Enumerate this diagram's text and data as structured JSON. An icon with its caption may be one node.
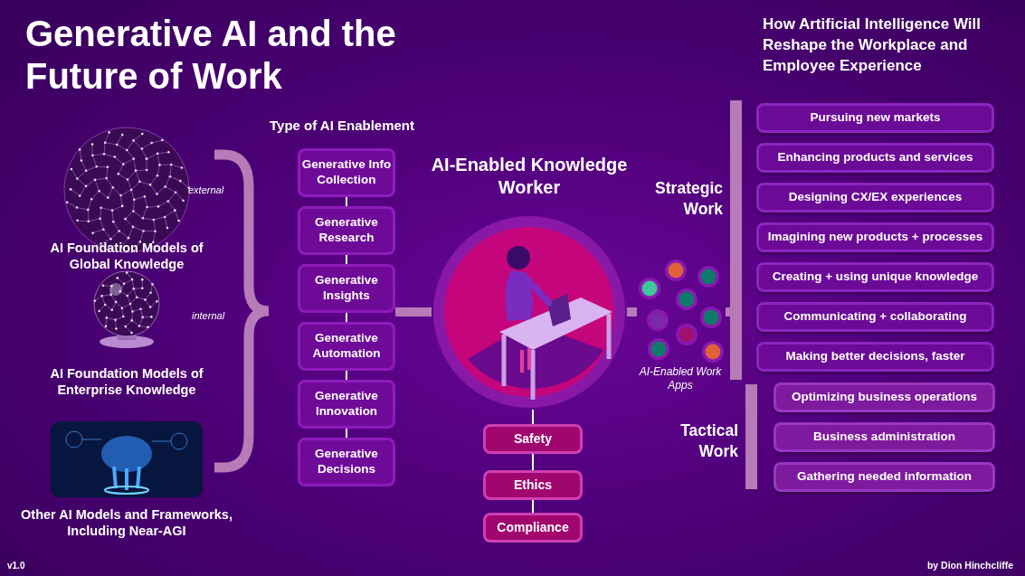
{
  "diagram": {
    "title": "Generative AI and the Future of Work",
    "nodes": [
      {
        "text": [
          "AI Foundation Models of Global Knowledge"
        ],
        "beside": [
          "external"
        ]
      },
      {
        "text": [
          "AI Foundation Models of Enterprise Knowledge"
        ],
        "beside": [
          "internal"
        ]
      },
      {
        "text": [
          "Other AI Models and Frameworks, Including Near-AGI"
        ]
      },
      {
        "text": [
          "Generative Info Collection"
        ]
      },
      {
        "text": [
          "Generative Research"
        ]
      },
      {
        "text": [
          "Generative Insights"
        ]
      },
      {
        "text": [
          "Generative Automation"
        ]
      },
      {
        "text": [
          "Generative Innovation"
        ]
      },
      {
        "text": [
          "Generative Decisions"
        ]
      },
      {
        "text": [
          "AI-Enabled Knowledge Worker"
        ]
      },
      {
        "text": [
          "Safety"
        ]
      },
      {
        "text": [
          "Ethics"
        ]
      },
      {
        "text": [
          "Compliance"
        ]
      },
      {
        "text": [
          "AI-Enabled Work Apps"
        ]
      },
      {
        "text": [
          "Strategic Work"
        ]
      },
      {
        "text": [
          "Pursuing new markets"
        ]
      },
      {
        "text": [
          "Enhancing products and services"
        ]
      },
      {
        "text": [
          "Designing CX/EX experiences"
        ]
      },
      {
        "text": [
          "Imagining new products + processes"
        ]
      },
      {
        "text": [
          "Creating + using unique knowledge"
        ]
      },
      {
        "text": [
          "Communicating + collaborating"
        ]
      },
      {
        "text": [
          "Making better decisions, faster"
        ]
      },
      {
        "text": [
          "Tactical Work"
        ]
      },
      {
        "text": [
          "Optimizing business operations"
        ]
      },
      {
        "text": [
          "Business administration"
        ]
      },
      {
        "text": [
          "Gathering needed information"
        ]
      }
    ],
    "edges": [
      {
        "from": 3,
        "to": 4,
        "arrow": "none"
      },
      {
        "from": 4,
        "to": 5,
        "arrow": "none"
      },
      {
        "from": 5,
        "to": 6,
        "arrow": "none"
      },
      {
        "from": 6,
        "to": 7,
        "arrow": "none"
      },
      {
        "from": 7,
        "to": 8,
        "arrow": "none"
      },
      {
        "from": 5,
        "to": 9,
        "arrow": "none",
        "style": "thick",
        "color": "#b77bb8"
      },
      {
        "from": 9,
        "to": 10,
        "arrow": "none"
      },
      {
        "from": 10,
        "to": 11,
        "arrow": "none"
      },
      {
        "from": 11,
        "to": 12,
        "arrow": "none"
      },
      {
        "from": 9,
        "to": 13,
        "arrow": "none",
        "style": "thick",
        "color": "#b77bb8"
      },
      {
        "from": 13,
        "to": 14,
        "arrow": "none",
        "style": "thick",
        "color": "#b77bb8"
      }
    ],
    "labels": [
      "How Artificial Intelligence Will Reshape the Workplace and Employee Experience",
      "Type of AI Enablement",
      "v1.0",
      "by Dion Hinchcliffe"
    ]
  }
}
